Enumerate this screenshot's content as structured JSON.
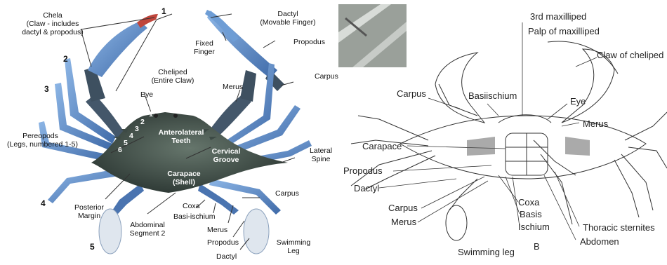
{
  "left_figure": {
    "numbers": [
      "1",
      "2",
      "3",
      "4",
      "5"
    ],
    "chela": "Chela",
    "chela_sub": "(Claw - includes",
    "chela_sub2": "dactyl & propodus)",
    "cheliped": "Cheliped",
    "cheliped_sub": "(Entire Claw)",
    "eye": "Eye",
    "pereopods": "Pereopods",
    "pereopods_sub": "(Legs, numbered 1-5)",
    "leg_numbers": [
      "1",
      "2",
      "3",
      "4",
      "5",
      "6"
    ],
    "anterolateral": "Anterolateral",
    "teeth": "Teeth",
    "cervical": "Cervical",
    "groove": "Groove",
    "carapace": "Carapace",
    "shell": "(Shell)",
    "dactyl_top": "Dactyl",
    "dactyl_top_sub": "(Movable Finger)",
    "fixed": "Fixed",
    "finger": "Finger",
    "propodus_top": "Propodus",
    "merus_top": "Merus",
    "carpus_top": "Carpus",
    "lateral": "Lateral",
    "spine": "Spine",
    "posterior": "Posterior",
    "margin": "Margin",
    "abdominal": "Abdominal",
    "segment": "Segment 2",
    "coxa": "Coxa",
    "basi": "Basi-ischium",
    "merus_bot": "Merus",
    "propodus_bot": "Propodus",
    "dactyl_bot": "Dactyl",
    "carpus_bot": "Carpus",
    "swimming": "Swimming",
    "leg": "Leg"
  },
  "right_figure": {
    "third_maxilliped": "3rd maxilliped",
    "palp": "Palp of maxilliped",
    "claw": "Claw of cheliped",
    "carpus1": "Carpus",
    "basiischium": "Basiischium",
    "eye": "Eye",
    "merus1": "Merus",
    "carapace": "Carapace",
    "propodus": "Propodus",
    "dactyl": "Dactyl",
    "carpus2": "Carpus",
    "merus2": "Merus",
    "coxa": "Coxa",
    "basis": "Basis",
    "ischium": "Ischium",
    "thoracic": "Thoracic sternites",
    "abdomen": "Abdomen",
    "swimming_leg": "Swimming leg",
    "b": "B"
  },
  "colors": {
    "shell": "#4b5a52",
    "shell_dark": "#2f3a36",
    "legs": "#6f9ed6",
    "legs_dark": "#4a74b0",
    "claw_white": "#e8ecf2",
    "line": "#333333"
  }
}
